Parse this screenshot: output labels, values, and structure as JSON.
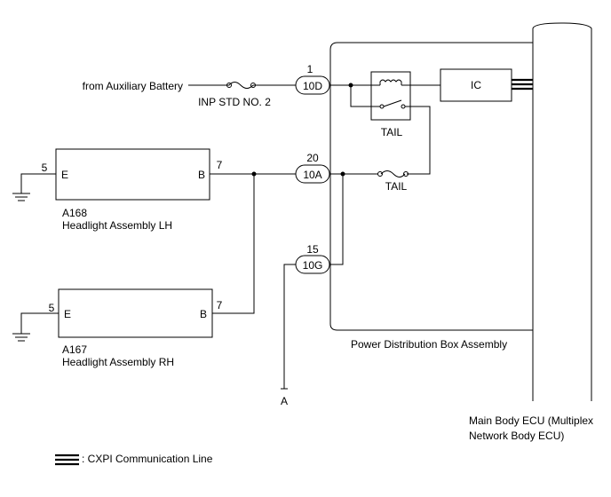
{
  "battery": {
    "source_label": "from Auxiliary Battery",
    "fuse_label": "INP STD NO. 2"
  },
  "connectors": {
    "c10d": {
      "pin": "1",
      "name": "10D"
    },
    "c10a": {
      "pin": "20",
      "name": "10A"
    },
    "c10g": {
      "pin": "15",
      "name": "10G"
    }
  },
  "pdb": {
    "ic_label": "IC",
    "relay_label": "TAIL",
    "fuse_label": "TAIL",
    "name": "Power Distribution Box Assembly"
  },
  "lh": {
    "code": "A168",
    "name": "Headlight Assembly LH",
    "term_e": "E",
    "term_b": "B",
    "pin_e": "5",
    "pin_b": "7"
  },
  "rh": {
    "code": "A167",
    "name": "Headlight Assembly RH",
    "term_e": "E",
    "term_b": "B",
    "pin_e": "5",
    "pin_b": "7"
  },
  "ground_ref": "A",
  "ecu": {
    "name_line1": "Main Body ECU (Multiplex",
    "name_line2": "Network Body ECU)"
  },
  "legend": {
    "label": ": CXPI Communication Line"
  },
  "colors": {
    "line": "#000000",
    "background": "#ffffff"
  }
}
